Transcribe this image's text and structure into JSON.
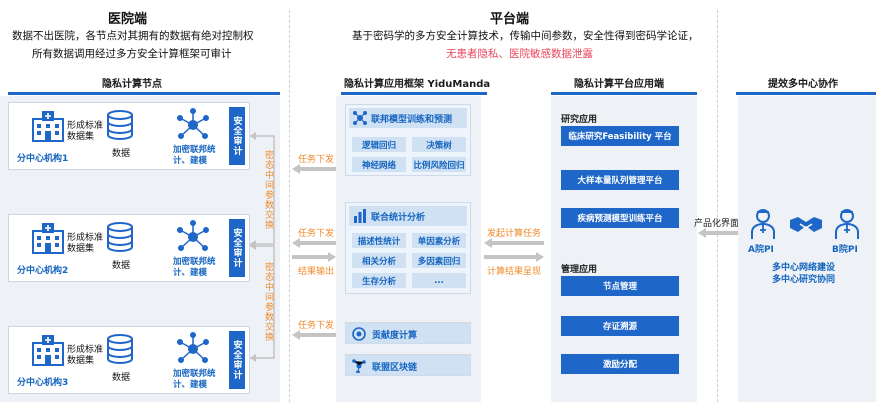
{
  "hospital": {
    "title": "医院端",
    "line1": "数据不出医院，各节点对其拥有的数据有绝对控制权",
    "line2": "所有数据调用经过多方安全计算框架可审计",
    "nodes_title": "隐私计算节点",
    "nodes": [
      {
        "name": "分中心机构1",
        "standard": "形成标准\n数据集",
        "data": "数据",
        "model": "加密联邦统\n计、建模",
        "audit": "安全审计"
      },
      {
        "name": "分中心机构2",
        "standard": "形成标准\n数据集",
        "data": "数据",
        "model": "加密联邦统\n计、建模",
        "audit": "安全审计"
      },
      {
        "name": "分中心机构3",
        "standard": "形成标准\n数据集",
        "data": "数据",
        "model": "加密联邦统\n计、建模",
        "audit": "安全审计"
      }
    ],
    "secret_exchange": "密态中间参数交换",
    "task_down": "任务下发",
    "result_out": "结果输出"
  },
  "platform": {
    "title": "平台端",
    "line1": "基于密码学的多方安全计算技术，传输中间参数，安全性得到密码学论证，",
    "line2": "无患者隐私、医院敏感数据泄露",
    "framework_title": "隐私计算应用框架 YiduManda",
    "groups": [
      {
        "header": "联邦模型训练和预测",
        "chips": [
          "逻辑回归",
          "决策树",
          "神经网络",
          "比例风险回归"
        ]
      },
      {
        "header": "联合统计分析",
        "chips": [
          "描述性统计",
          "单因素分析",
          "相关分析",
          "多因素回归",
          "生存分析",
          "..."
        ]
      }
    ],
    "contribution": "贡献度计算",
    "blockchain": "联盟区块链",
    "launch_task": "发起计算任务",
    "result_present": "计算结果呈现",
    "app_title": "隐私计算平台应用端",
    "research_label": "研究应用",
    "research_items": [
      "临床研究Feasibility 平台",
      "大样本量队列管理平台",
      "疾病预测模型训练平台"
    ],
    "mgmt_label": "管理应用",
    "mgmt_items": [
      "节点管理",
      "存证溯源",
      "激励分配"
    ]
  },
  "collab": {
    "title": "提效多中心协作",
    "ui_label": "产品化界面",
    "pi_a": "A院PI",
    "pi_b": "B院PI",
    "line1": "多中心网络建设",
    "line2": "多中心研究协同"
  },
  "colors": {
    "primary": "#1e66c8",
    "accent": "#f08a2b",
    "alert": "#e8455a",
    "panel": "#eef2f6"
  }
}
